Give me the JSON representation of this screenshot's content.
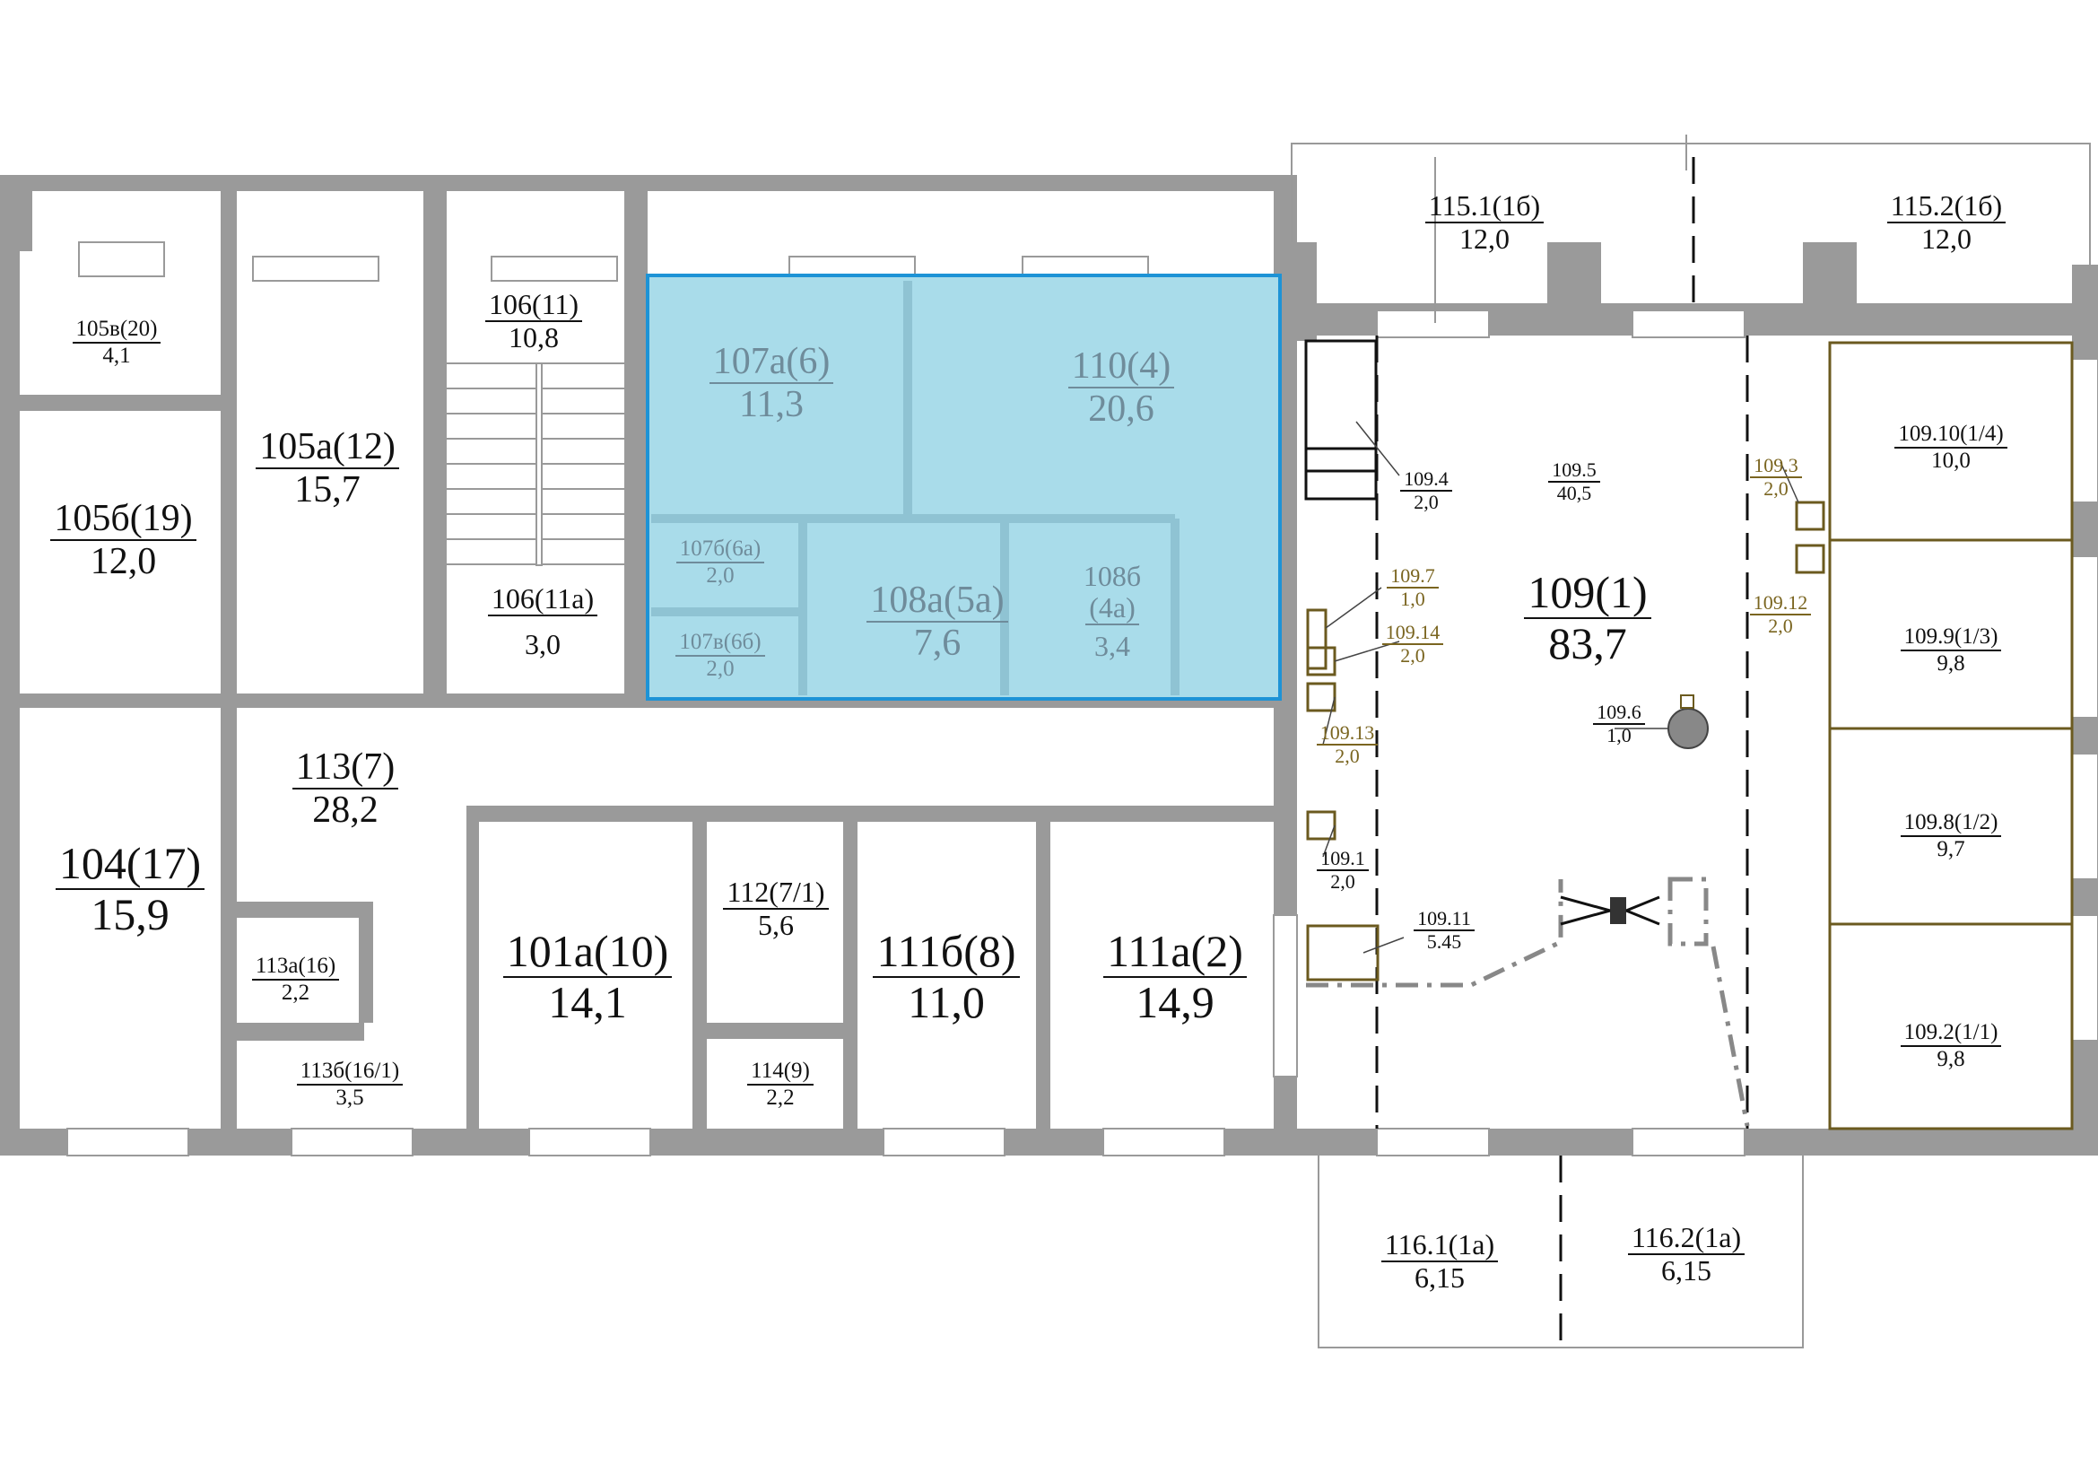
{
  "rooms": [
    {
      "id": "r105v",
      "number": "105в(20)",
      "area": "4,1"
    },
    {
      "id": "r105b",
      "number": "105б(19)",
      "area": "12,0"
    },
    {
      "id": "r105a",
      "number": "105а(12)",
      "area": "15,7"
    },
    {
      "id": "r106",
      "number": "106(11)",
      "area": "10,8"
    },
    {
      "id": "r106a",
      "number": "106(11а)",
      "area": "3,0"
    },
    {
      "id": "r107a",
      "number": "107а(6)",
      "area": "11,3"
    },
    {
      "id": "r110",
      "number": "110(4)",
      "area": "20,6"
    },
    {
      "id": "r107b",
      "number": "107б(6а)",
      "area": "2,0"
    },
    {
      "id": "r107v",
      "number": "107в(6б)",
      "area": "2,0"
    },
    {
      "id": "r108a",
      "number": "108а(5а)",
      "area": "7,6"
    },
    {
      "id": "r108b",
      "number": "108б",
      "number2": "(4а)",
      "area": "3,4"
    },
    {
      "id": "r113",
      "number": "113(7)",
      "area": "28,2"
    },
    {
      "id": "r104",
      "number": "104(17)",
      "area": "15,9"
    },
    {
      "id": "r113a",
      "number": "113а(16)",
      "area": "2,2"
    },
    {
      "id": "r113b",
      "number": "113б(16/1)",
      "area": "3,5"
    },
    {
      "id": "r101a",
      "number": "101а(10)",
      "area": "14,1"
    },
    {
      "id": "r112",
      "number": "112(7/1)",
      "area": "5,6"
    },
    {
      "id": "r114",
      "number": "114(9)",
      "area": "2,2"
    },
    {
      "id": "r111b",
      "number": "111б(8)",
      "area": "11,0"
    },
    {
      "id": "r111a",
      "number": "111а(2)",
      "area": "14,9"
    },
    {
      "id": "r109",
      "number": "109(1)",
      "area": "83,7"
    },
    {
      "id": "r115_1",
      "number": "115.1(1б)",
      "area": "12,0"
    },
    {
      "id": "r115_2",
      "number": "115.2(1б)",
      "area": "12,0"
    },
    {
      "id": "r116_1",
      "number": "116.1(1а)",
      "area": "6,15"
    },
    {
      "id": "r116_2",
      "number": "116.2(1а)",
      "area": "6,15"
    },
    {
      "id": "r109_10",
      "number": "109.10(1/4)",
      "area": "10,0"
    },
    {
      "id": "r109_9",
      "number": "109.9(1/3)",
      "area": "9,8"
    },
    {
      "id": "r109_8",
      "number": "109.8(1/2)",
      "area": "9,7"
    },
    {
      "id": "r109_2",
      "number": "109.2(1/1)",
      "area": "9,8"
    }
  ],
  "zones": [
    {
      "id": "z109_5",
      "number": "109.5",
      "area": "40,5"
    },
    {
      "id": "z109_4",
      "number": "109.4",
      "area": "2,0"
    },
    {
      "id": "z109_6",
      "number": "109.6",
      "area": "1,0"
    },
    {
      "id": "z109_11",
      "number": "109.11",
      "area": "5.45"
    },
    {
      "id": "z109_7",
      "number": "109.7",
      "area": "1,0"
    },
    {
      "id": "z109_14",
      "number": "109.14",
      "area": "2,0"
    },
    {
      "id": "z109_13",
      "number": "109.13",
      "area": "2,0"
    },
    {
      "id": "z109_1",
      "number": "109.1",
      "area": "2,0"
    },
    {
      "id": "z109_3",
      "number": "109.3",
      "area": "2,0"
    },
    {
      "id": "z109_12",
      "number": "109.12",
      "area": "2,0"
    }
  ],
  "colors": {
    "wall": "#9a9a9a",
    "highlight_fill": "#a9dcea",
    "highlight_stroke": "#1d93d6",
    "highlight_text": "#6f8c9b",
    "olive": "#7a6520",
    "dash": "#888888"
  }
}
